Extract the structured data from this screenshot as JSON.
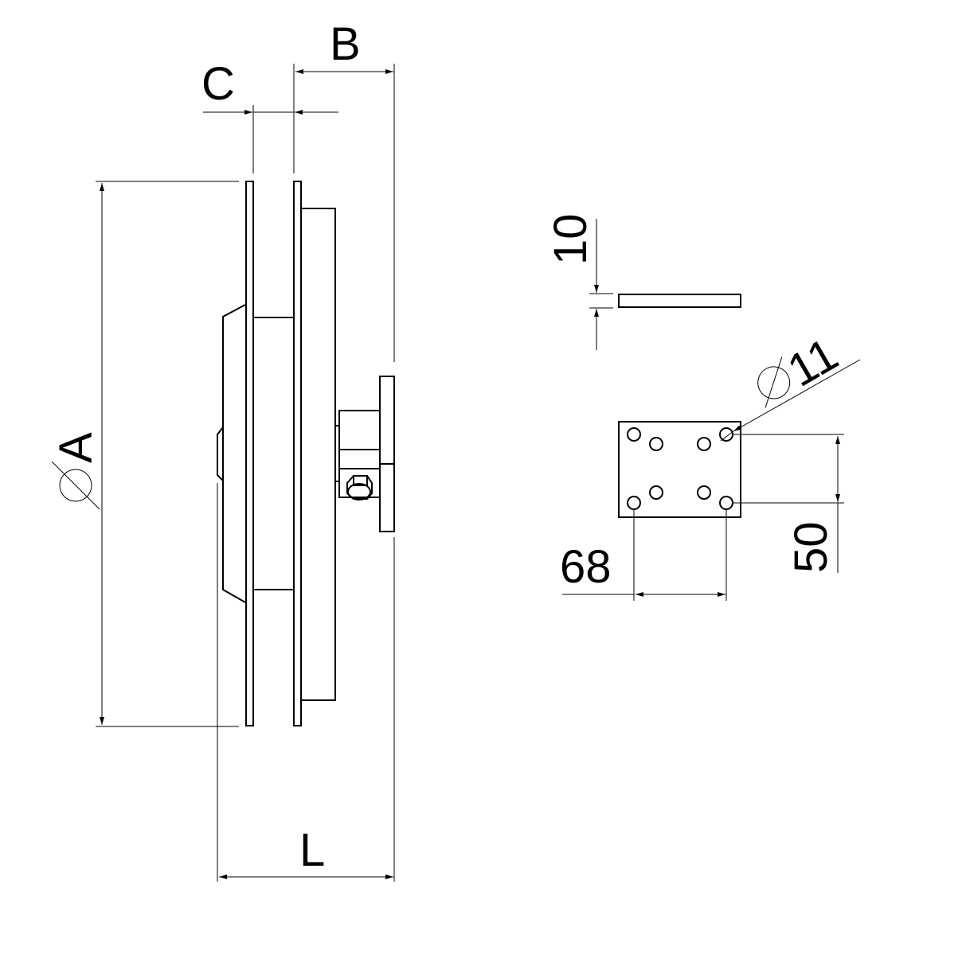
{
  "labels": {
    "diameter_a": "A",
    "b": "B",
    "c": "C",
    "l": "L",
    "thickness": "10",
    "hole_diameter": "11",
    "hole_spacing_horizontal": "68",
    "hole_spacing_vertical": "50"
  },
  "symbols": {
    "diameter": "diameter-symbol"
  }
}
